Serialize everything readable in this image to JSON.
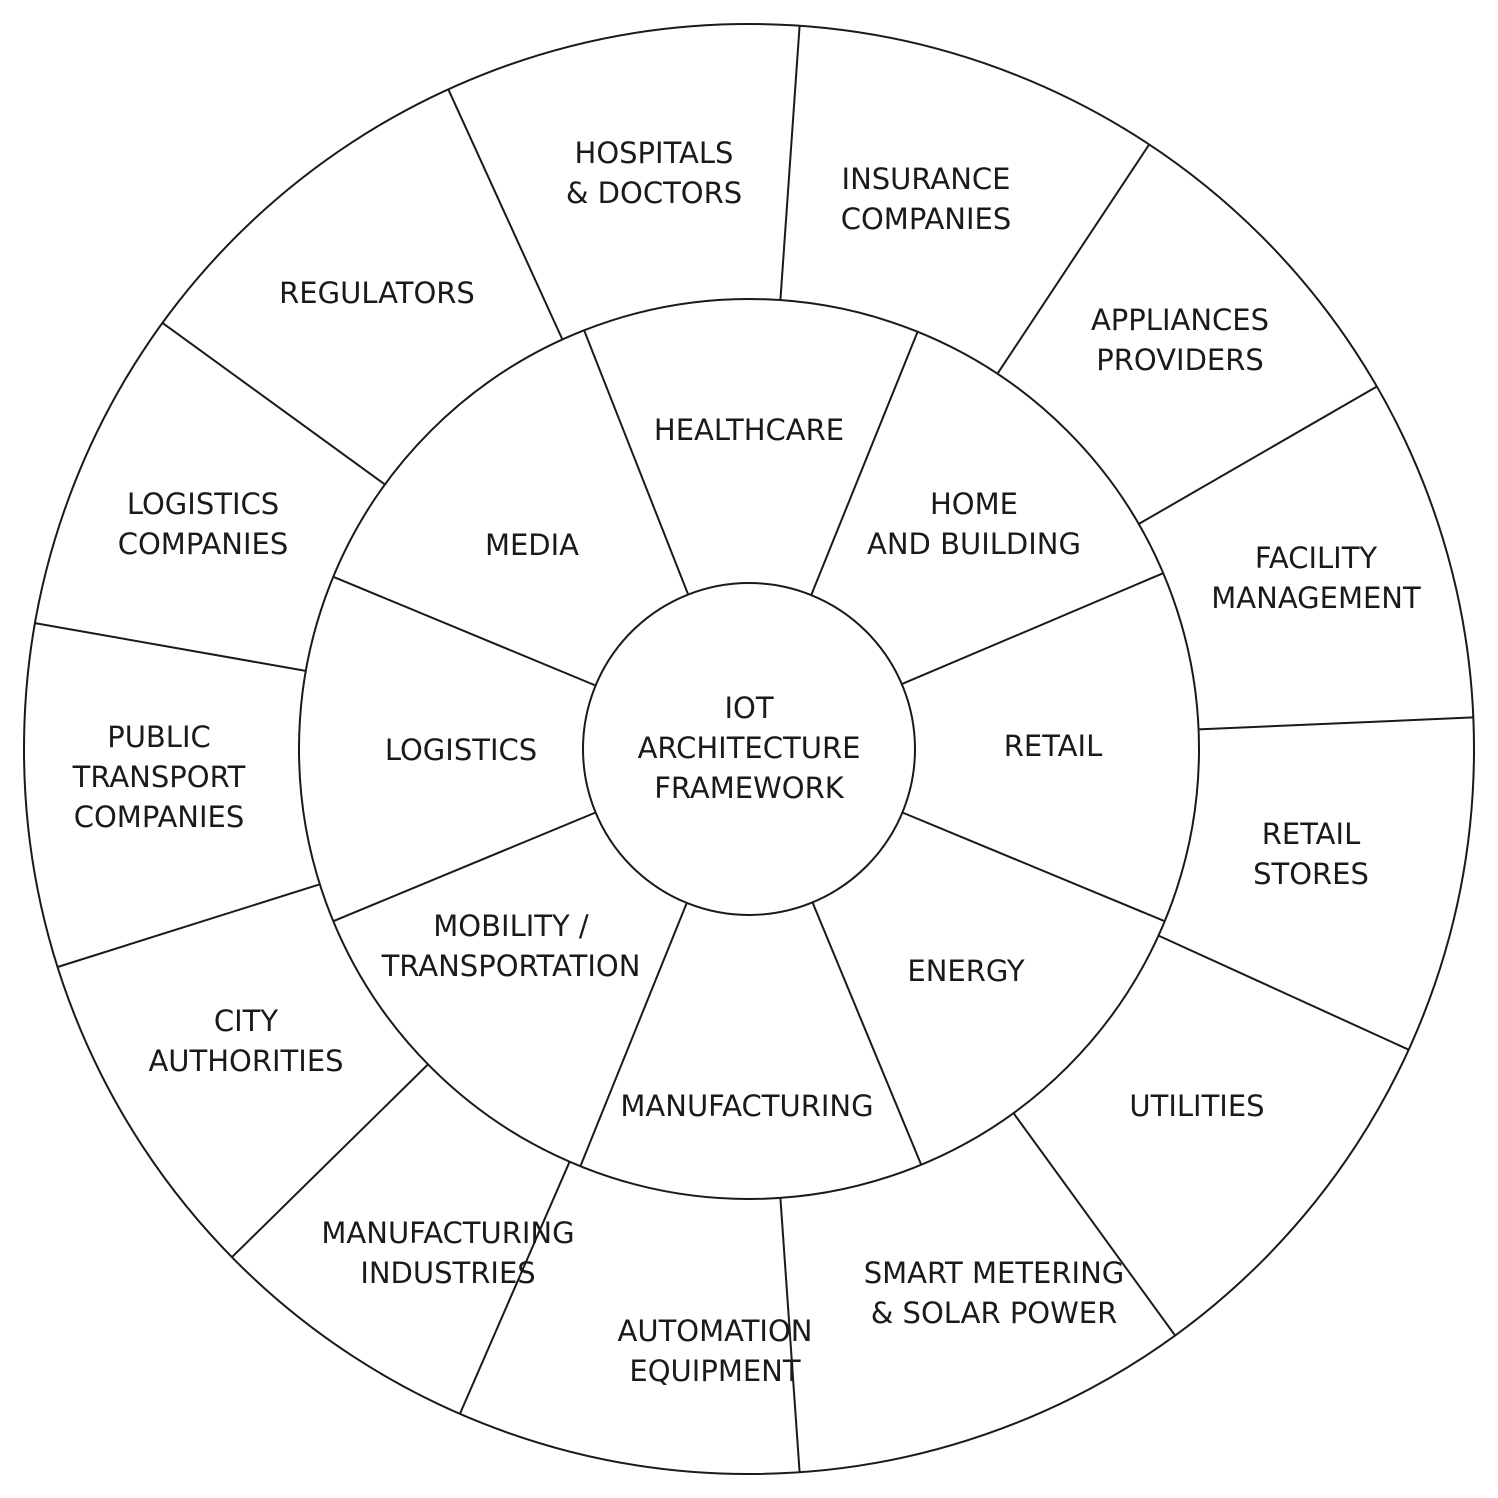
{
  "center": {
    "lines": [
      "IOT",
      "ARCHITECTURE",
      "FRAMEWORK"
    ]
  },
  "industries": [
    {
      "id": "healthcare",
      "lines": [
        "HEALTHCARE"
      ]
    },
    {
      "id": "home-and-building",
      "lines": [
        "HOME",
        "AND BUILDING"
      ]
    },
    {
      "id": "retail",
      "lines": [
        "RETAIL"
      ]
    },
    {
      "id": "energy",
      "lines": [
        "ENERGY"
      ]
    },
    {
      "id": "manufacturing",
      "lines": [
        "MANUFACTURING"
      ]
    },
    {
      "id": "mobility-transportation",
      "lines": [
        "MOBILITY /",
        "TRANSPORTATION"
      ]
    },
    {
      "id": "logistics",
      "lines": [
        "LOGISTICS"
      ]
    },
    {
      "id": "media",
      "lines": [
        "MEDIA"
      ]
    }
  ],
  "stakeholders": [
    {
      "id": "hospitals-doctors",
      "lines": [
        "HOSPITALS",
        "& DOCTORS"
      ]
    },
    {
      "id": "insurance-companies",
      "lines": [
        "INSURANCE",
        "COMPANIES"
      ]
    },
    {
      "id": "appliances-providers",
      "lines": [
        "APPLIANCES",
        "PROVIDERS"
      ]
    },
    {
      "id": "facility-management",
      "lines": [
        "FACILITY",
        "MANAGEMENT"
      ]
    },
    {
      "id": "retail-stores",
      "lines": [
        "RETAIL",
        "STORES"
      ]
    },
    {
      "id": "utilities",
      "lines": [
        "UTILITIES"
      ]
    },
    {
      "id": "smart-metering-solar-power",
      "lines": [
        "SMART METERING",
        "& SOLAR POWER"
      ]
    },
    {
      "id": "automation-equipment",
      "lines": [
        "AUTOMATION",
        "EQUIPMENT"
      ]
    },
    {
      "id": "manufacturing-industries",
      "lines": [
        "MANUFACTURING",
        "INDUSTRIES"
      ]
    },
    {
      "id": "city-authorities",
      "lines": [
        "CITY",
        "AUTHORITIES"
      ]
    },
    {
      "id": "public-transport-companies",
      "lines": [
        "PUBLIC",
        "TRANSPORT",
        "COMPANIES"
      ]
    },
    {
      "id": "logistics-companies",
      "lines": [
        "LOGISTICS",
        "COMPANIES"
      ]
    },
    {
      "id": "regulators",
      "lines": [
        "REGULATORS"
      ]
    }
  ]
}
